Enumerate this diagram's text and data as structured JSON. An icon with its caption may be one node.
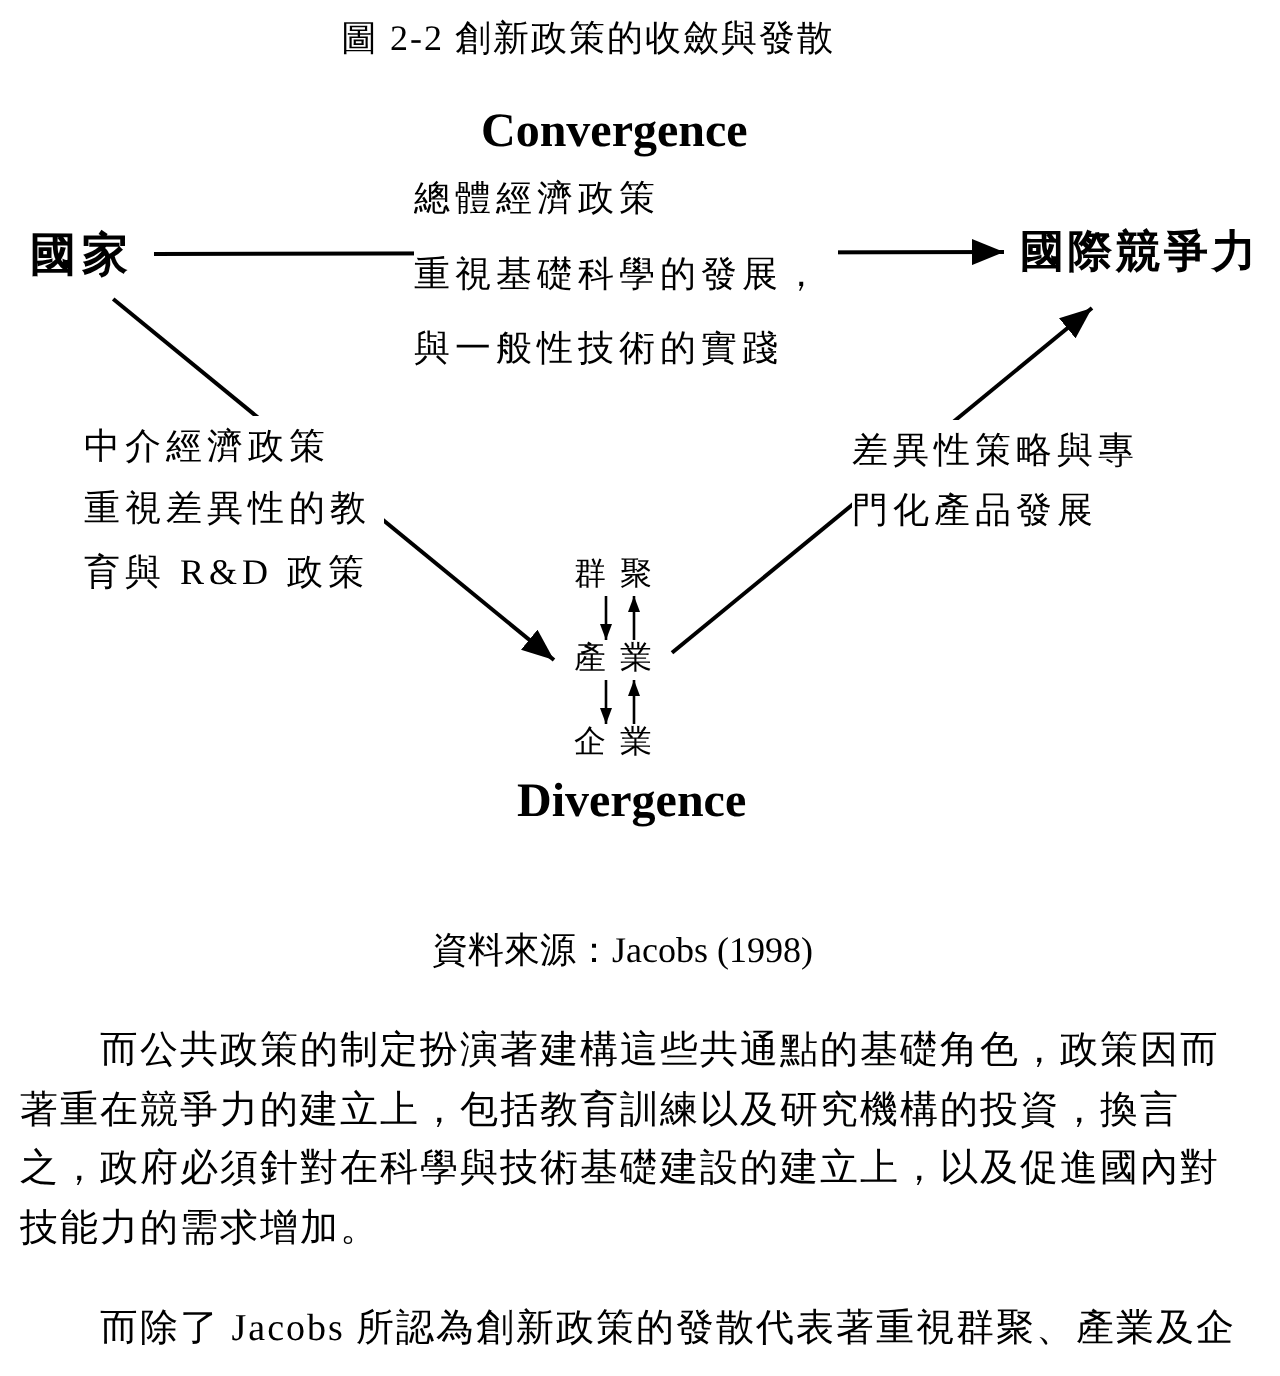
{
  "diagram": {
    "title": "圖 2-2 創新政策的收斂與發散",
    "caption": "資料來源：Jacobs (1998)",
    "nodes": [
      {
        "text": [
          "國家"
        ]
      },
      {
        "text": [
          "國際競爭力"
        ]
      },
      {
        "text": [
          "群聚"
        ]
      },
      {
        "text": [
          "產業"
        ]
      },
      {
        "text": [
          "企業"
        ]
      }
    ],
    "edges": [
      {
        "from": 0,
        "to": 1,
        "arrow": "to",
        "label": "總體經濟政策重視基礎科學的發展，與一般性技術的實踐"
      },
      {
        "from": 0,
        "to": 3,
        "arrow": "to",
        "label": "中介經濟政策重視差異性的教育與 R&D 政策"
      },
      {
        "from": 3,
        "to": 1,
        "arrow": "to",
        "label": "差異性策略與專門化產品發展"
      },
      {
        "from": 2,
        "to": 3,
        "arrow": "to"
      },
      {
        "from": 3,
        "to": 4,
        "arrow": "to"
      },
      {
        "from": 4,
        "to": 3,
        "arrow": "to"
      },
      {
        "from": 3,
        "to": 2,
        "arrow": "to"
      }
    ],
    "labels": [
      "Convergence",
      "Divergence",
      "而公共政策的制定扮演著建構這些共通點的基礎角色，政策因而著重在競爭力的建立上，包括教育訓練以及研究機構的投資，換言之，政府必須針對在科學與技術基礎建設的建立上，以及促進國內對技能力的需求增加。",
      "而除了 Jacobs 所認為創新政策的發散代表著重視群聚、產業及企"
    ]
  }
}
